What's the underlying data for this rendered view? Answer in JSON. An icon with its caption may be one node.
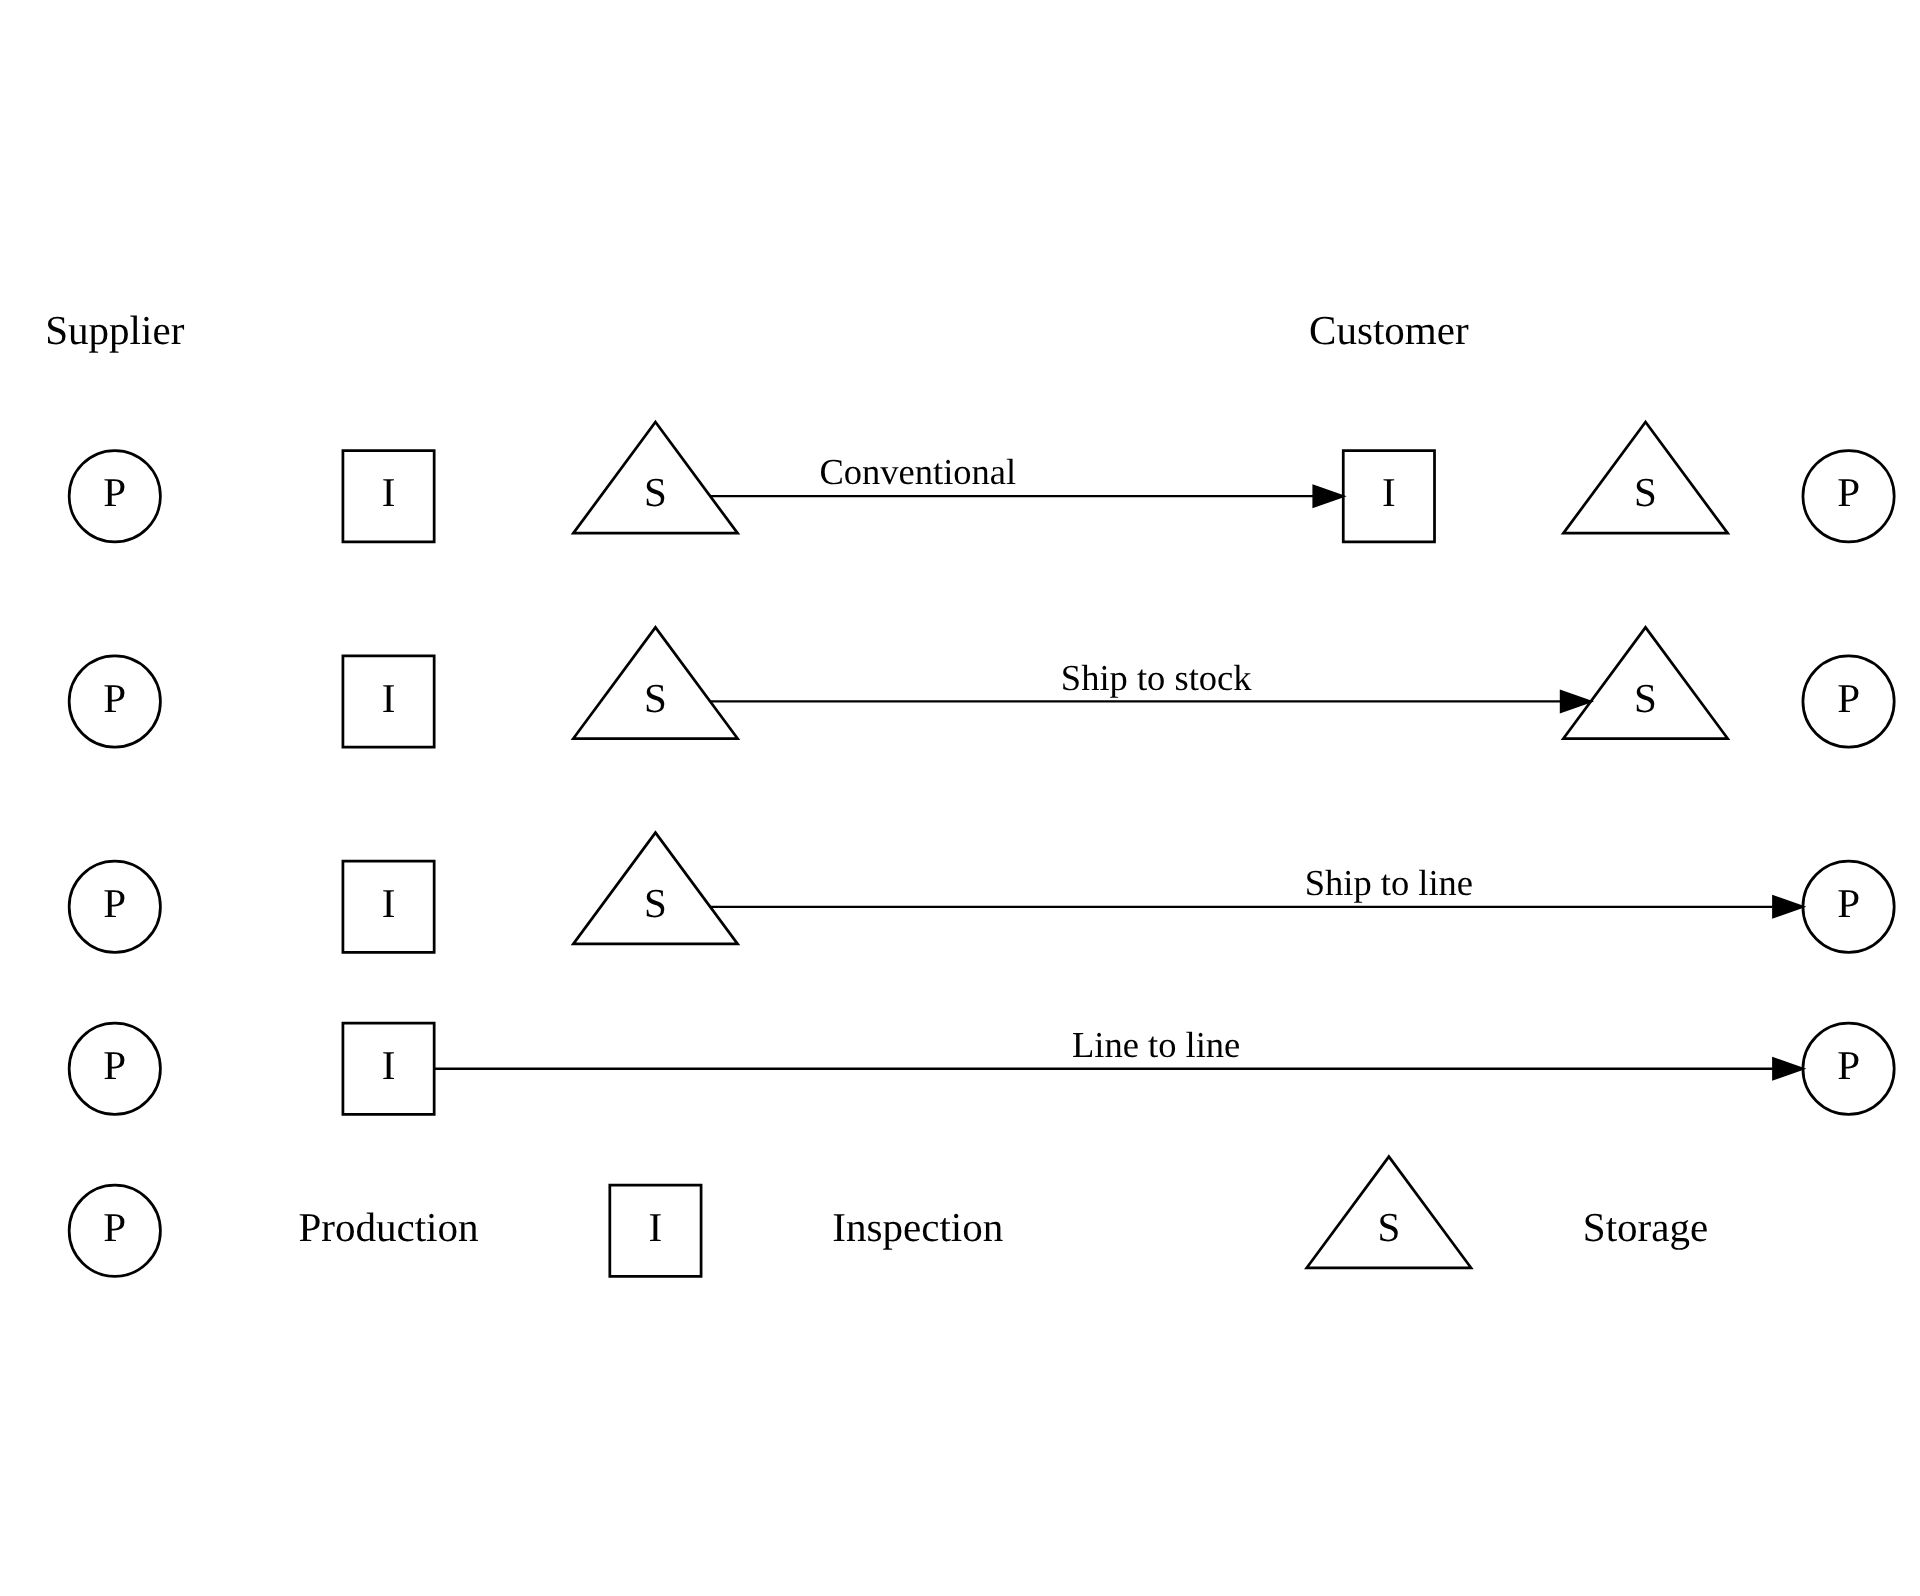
{
  "diagram": {
    "nodes": [
      {
        "text": [
          "P"
        ]
      },
      {
        "text": [
          "I"
        ]
      },
      {
        "text": [
          "S"
        ]
      },
      {
        "text": [
          "I"
        ]
      },
      {
        "text": [
          "S"
        ]
      },
      {
        "text": [
          "P"
        ]
      },
      {
        "text": [
          "P"
        ]
      },
      {
        "text": [
          "I"
        ]
      },
      {
        "text": [
          "S"
        ]
      },
      {
        "text": [
          "S"
        ]
      },
      {
        "text": [
          "P"
        ]
      },
      {
        "text": [
          "P"
        ]
      },
      {
        "text": [
          "I"
        ]
      },
      {
        "text": [
          "S"
        ]
      },
      {
        "text": [
          "P"
        ]
      },
      {
        "text": [
          "P"
        ]
      },
      {
        "text": [
          "I"
        ]
      },
      {
        "text": [
          "P"
        ]
      },
      {
        "text": [
          "P"
        ],
        "beside": [
          "Production"
        ]
      },
      {
        "text": [
          "I"
        ],
        "beside": [
          "Inspection"
        ]
      },
      {
        "text": [
          "S"
        ],
        "beside": [
          "Storage"
        ]
      }
    ],
    "edges": [
      {
        "from": 2,
        "to": 3,
        "arrow": "to",
        "label": "Conventional"
      },
      {
        "from": 8,
        "to": 9,
        "arrow": "to",
        "label": "Ship to stock"
      },
      {
        "from": 13,
        "to": 14,
        "arrow": "to",
        "label": "Ship to line"
      },
      {
        "from": 16,
        "to": 17,
        "arrow": "to",
        "label": "Line to line"
      }
    ],
    "labels": [
      "Supplier",
      "Customer"
    ]
  }
}
